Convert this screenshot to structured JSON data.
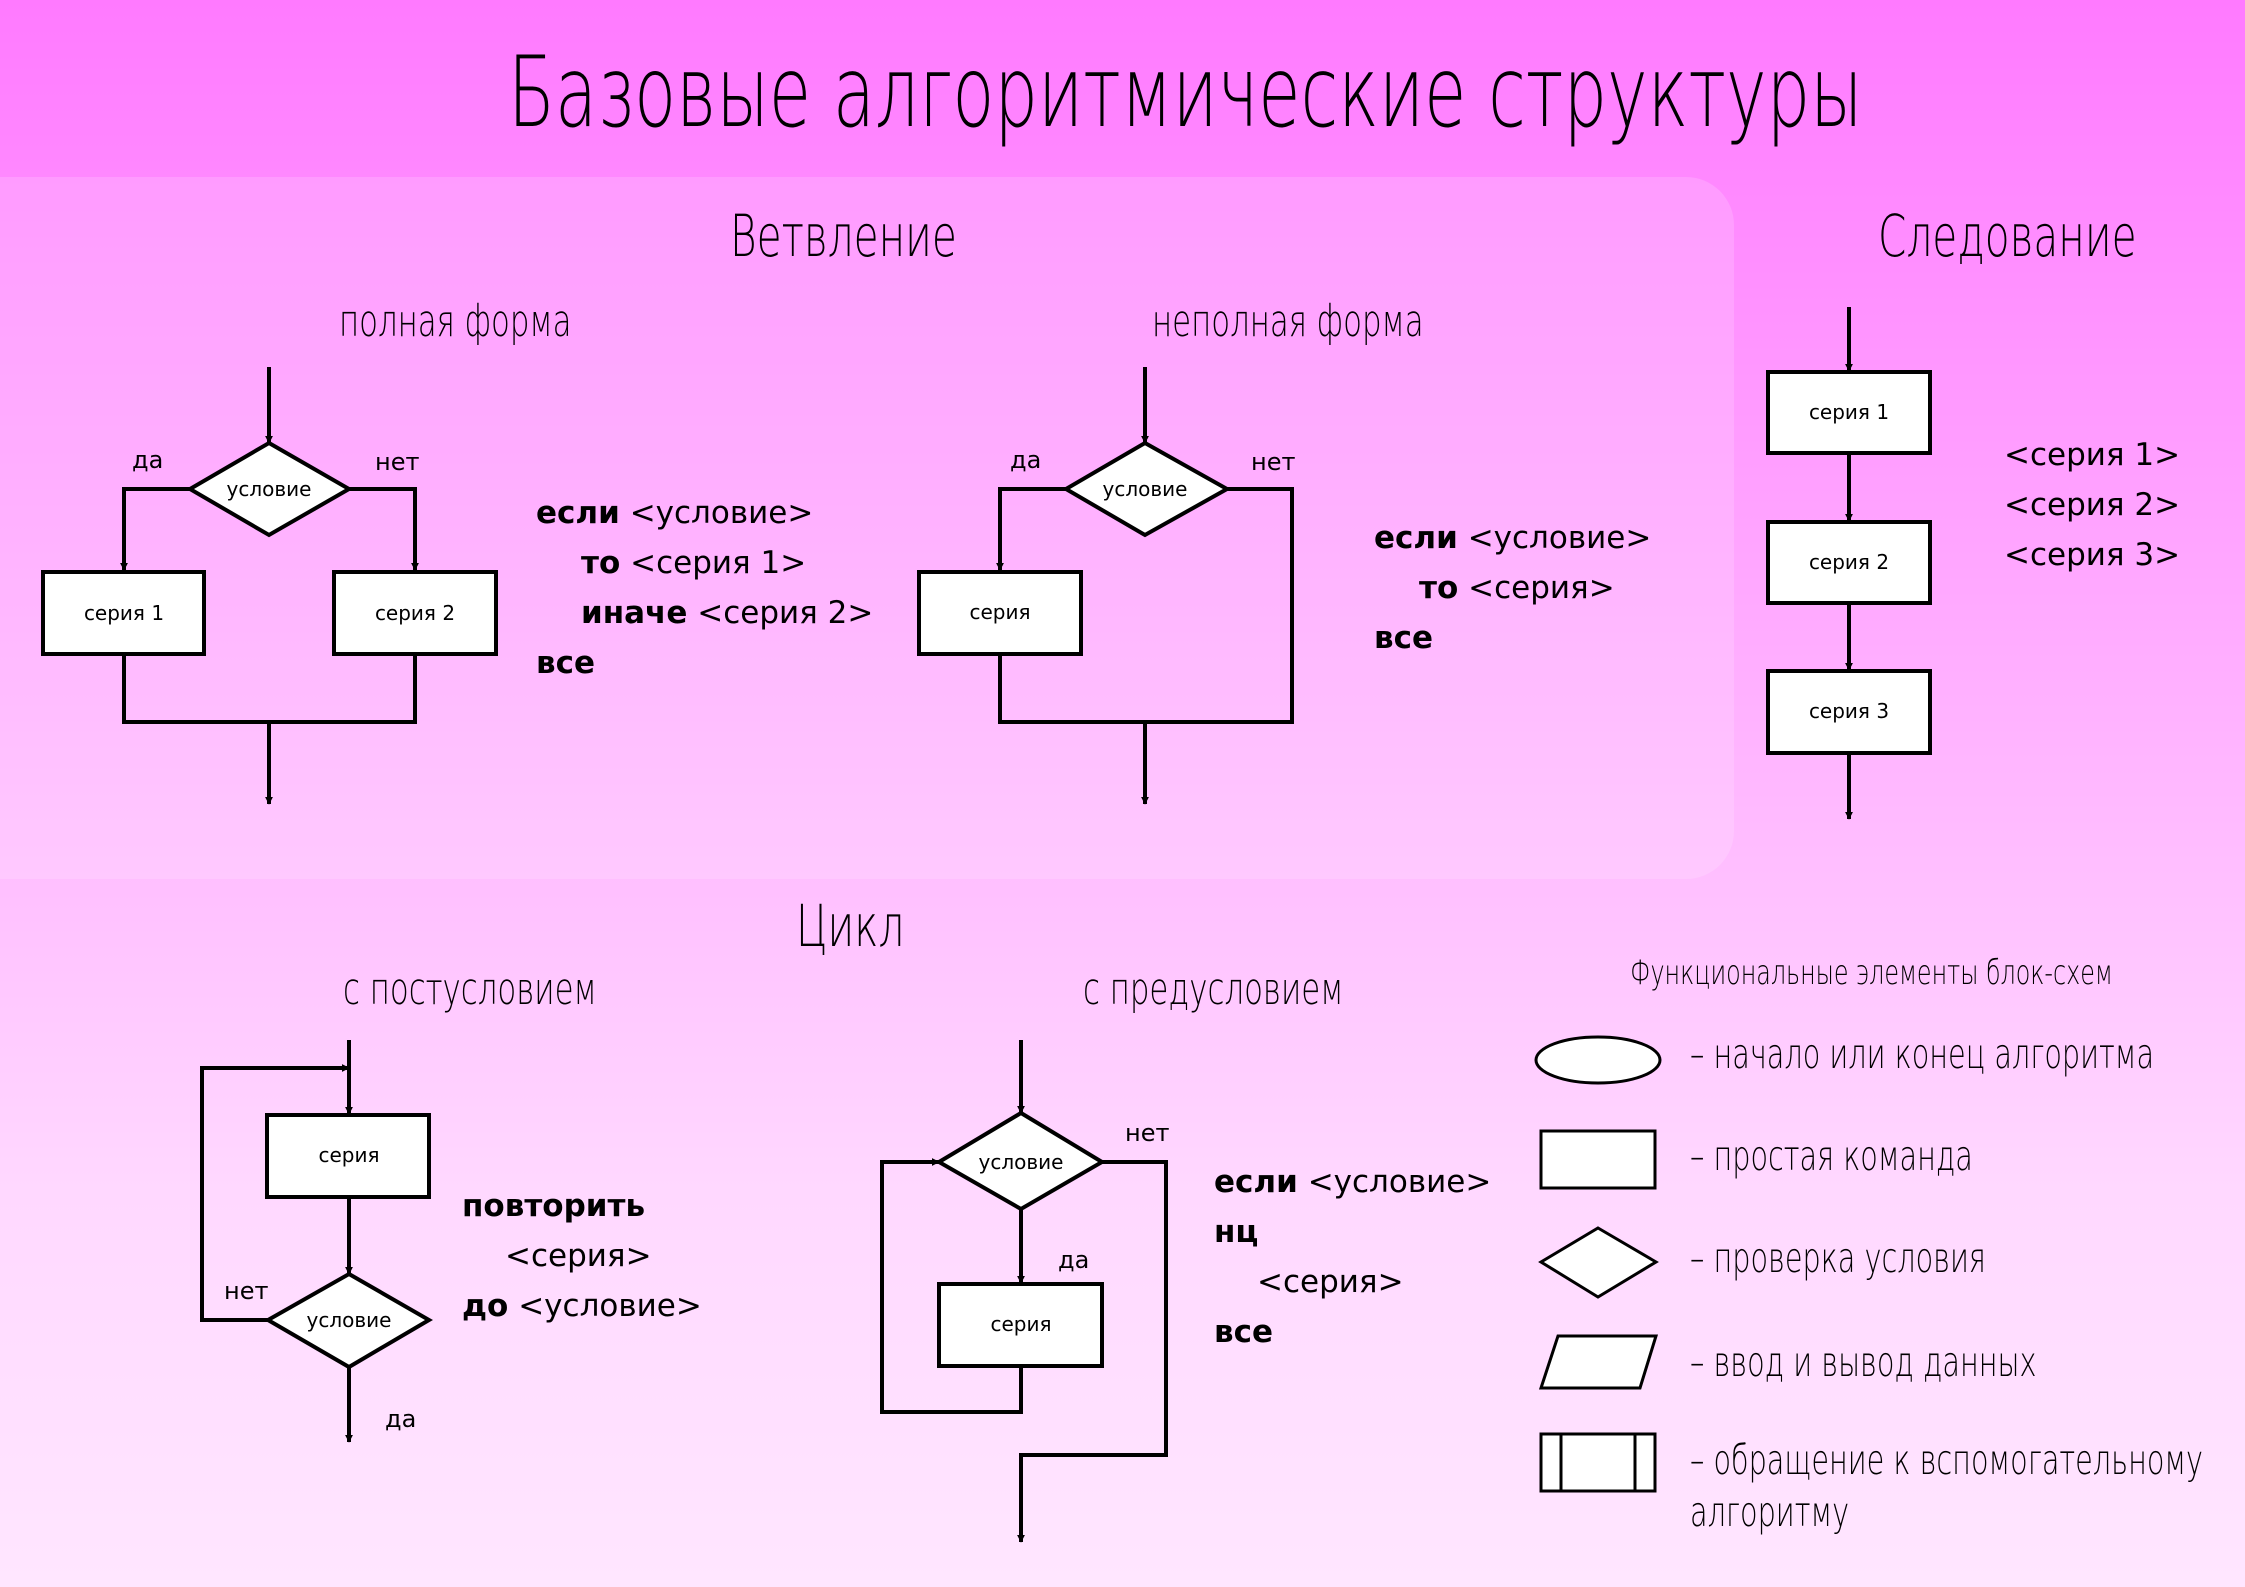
{
  "title": "Базовые алгоритмические структуры",
  "branching": {
    "heading": "Ветвление",
    "full": {
      "subtitle": "полная форма",
      "cond": "условие",
      "yes": "да",
      "no": "нет",
      "series1": "серия 1",
      "series2": "серия 2",
      "code": {
        "kw1": "если",
        "t1": "<условие>",
        "kw2": "то",
        "t2": "<серия 1>",
        "kw3": "иначе",
        "t3": "<серия 2>",
        "kw4": "все"
      }
    },
    "partial": {
      "subtitle": "неполная форма",
      "cond": "условие",
      "yes": "да",
      "no": "нет",
      "series": "серия",
      "code": {
        "kw1": "если",
        "t1": "<условие>",
        "kw2": "то",
        "t2": "<серия>",
        "kw3": "все"
      }
    }
  },
  "sequence": {
    "heading": "Следование",
    "series": [
      "серия 1",
      "серия 2",
      "серия 3"
    ],
    "code": [
      "<серия 1>",
      "<серия 2>",
      "<серия 3>"
    ]
  },
  "loop": {
    "heading": "Цикл",
    "post": {
      "subtitle": "с постусловием",
      "series": "серия",
      "cond": "условие",
      "no": "нет",
      "yes": "да",
      "code": {
        "kw1": "повторить",
        "t2": "<серия>",
        "kw3": "до",
        "t3": "<условие>"
      }
    },
    "pre": {
      "subtitle": "с предусловием",
      "cond": "условие",
      "no": "нет",
      "yes": "да",
      "series": "серия",
      "code": {
        "kw1": "если",
        "t1": "<условие>",
        "kw2": "нц",
        "t3": "<серия>",
        "kw4": "все"
      }
    }
  },
  "legend": {
    "title": "Функциональные элементы блок-схем",
    "items": [
      {
        "icon": "ellipse-icon",
        "text": "– начало или конец алгоритма"
      },
      {
        "icon": "rectangle-icon",
        "text": "– простая команда"
      },
      {
        "icon": "diamond-icon",
        "text": "– проверка условия"
      },
      {
        "icon": "parallelogram-icon",
        "text": "– ввод и вывод данных"
      },
      {
        "icon": "subroutine-icon",
        "text": "– обращение к вспомогательному",
        "text2": "алгоритму"
      }
    ]
  }
}
